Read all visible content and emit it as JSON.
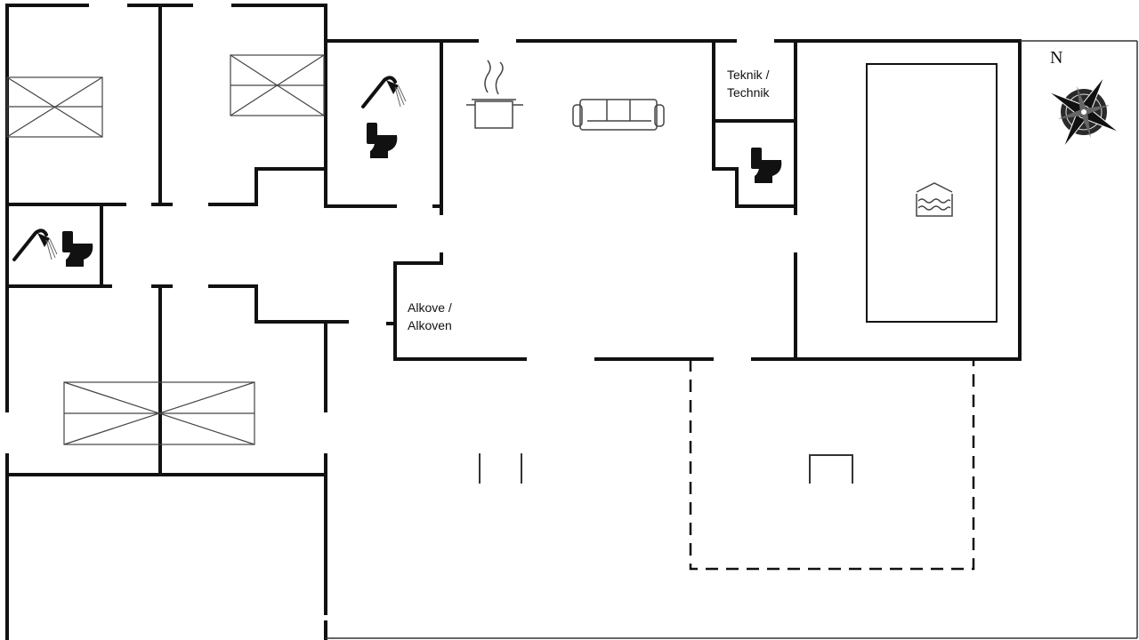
{
  "labels": {
    "technik_line1": "Teknik /",
    "technik_line2": "Technik",
    "alkove_line1": "Alkove /",
    "alkove_line2": "Alkoven"
  },
  "compass": {
    "north_letter": "N"
  },
  "icons": [
    "single-bed-icon",
    "double-bed-icon",
    "shower-icon",
    "toilet-icon",
    "cooking-pot-icon",
    "sofa-icon",
    "pool-icon",
    "compass-rose-icon",
    "chair-icon"
  ],
  "colors": {
    "wall": "#111111",
    "furniture": "#333333",
    "background": "#ffffff"
  }
}
